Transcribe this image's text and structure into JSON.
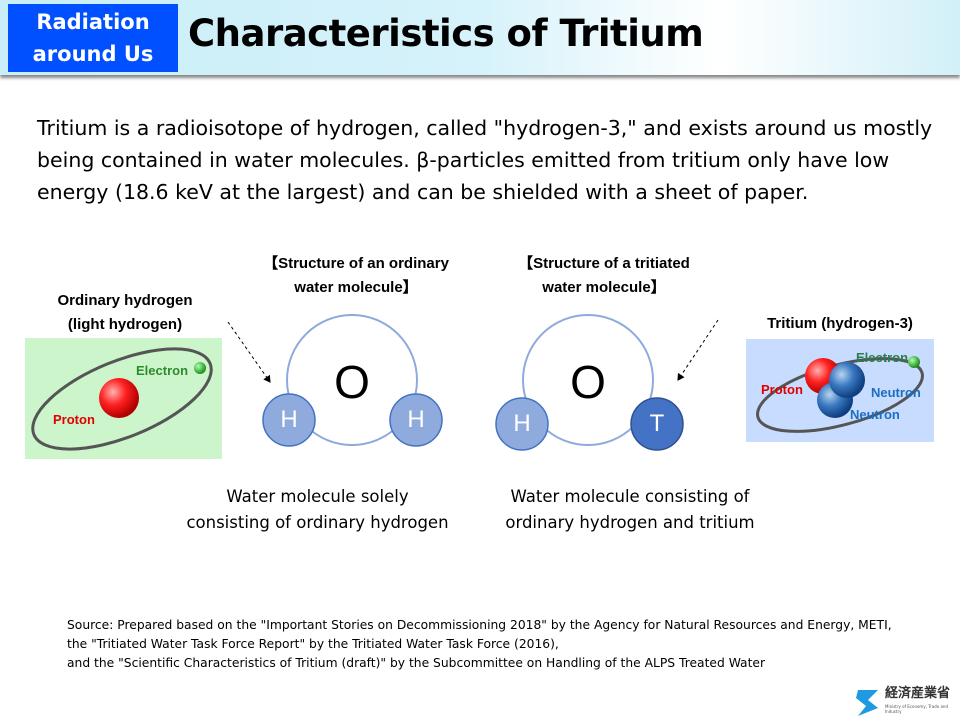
{
  "header": {
    "section": "Radiation around Us",
    "section_line1": "Radiation",
    "section_line2": "around Us",
    "title": "Characteristics of Tritium",
    "header_color": "#0050ff"
  },
  "intro": "Tritium is a radioisotope of hydrogen, called \"hydrogen-3,\" and exists around us mostly being contained in water molecules. β-particles emitted from tritium only have low energy (18.6 keV at the largest) and can be shielded with a sheet of paper.",
  "ordinary_hydrogen": {
    "title_line1": "Ordinary hydrogen",
    "title_line2": "(light hydrogen)",
    "electron": "Electron",
    "proton": "Proton"
  },
  "tritium": {
    "title": "Tritium (hydrogen-3)",
    "electron": "Electron",
    "proton": "Proton",
    "neutron1": "Neutron",
    "neutron2": "Neutron"
  },
  "ordinary_water": {
    "heading_line1": "【Structure of an ordinary",
    "heading_line2": "water molecule】",
    "oxygen": "O",
    "h1": "H",
    "h2": "H",
    "caption_line1": "Water molecule solely",
    "caption_line2": "consisting of ordinary hydrogen"
  },
  "tritiated_water": {
    "heading_line1": "【Structure of a tritiated",
    "heading_line2": "water molecule】",
    "oxygen": "O",
    "h1": "H",
    "t": "T",
    "caption_line1": "Water molecule consisting of",
    "caption_line2": "ordinary hydrogen and tritium"
  },
  "source": [
    "Source: Prepared based on the \"Important Stories on Decommissioning 2018\" by the Agency for Natural Resources and Energy, METI,",
    "the \"Tritiated Water Task Force Report\" by the Tritiated Water Task Force (2016),",
    "and the \"Scientific Characteristics of Tritium (draft)\" by the Subcommittee on Handling of the ALPS Treated Water"
  ],
  "logo": {
    "name": "経済産業省",
    "sub": "Ministry of Economy, Trade and Industry"
  }
}
